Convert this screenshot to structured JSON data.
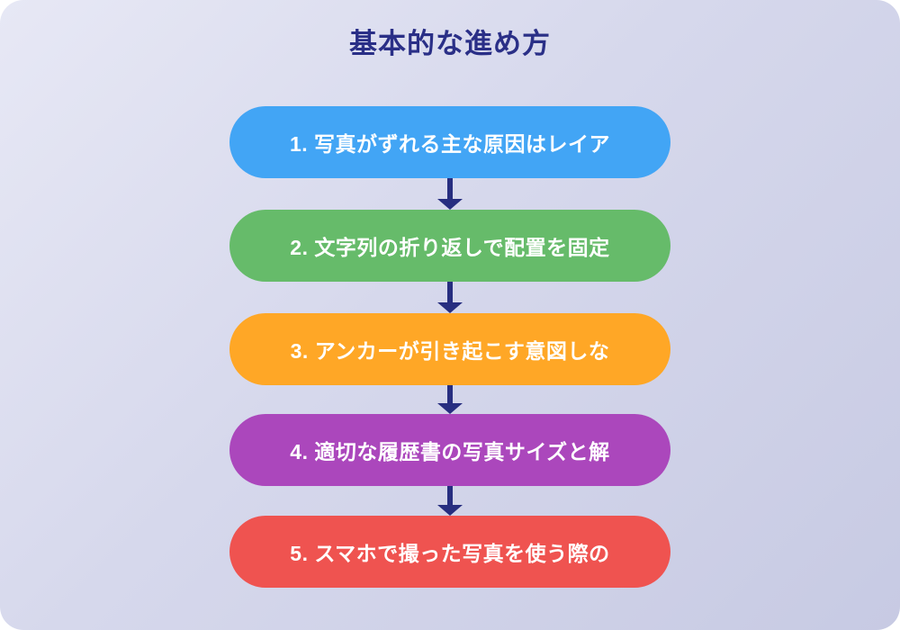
{
  "page": {
    "title": "基本的な進め方"
  },
  "colors": {
    "background_gradient_start": "#E7E8F5",
    "background_gradient_end": "#C7CAE3",
    "title_text": "#2A2F87",
    "arrow": "#272E80",
    "step_text": "#FFFFFF"
  },
  "flow": {
    "steps": [
      {
        "label": "1. 写真がずれる主な原因はレイア",
        "color": "#42A5F5"
      },
      {
        "label": "2. 文字列の折り返しで配置を固定",
        "color": "#66BB6A"
      },
      {
        "label": "3. アンカーが引き起こす意図しな",
        "color": "#FFA726"
      },
      {
        "label": "4. 適切な履歴書の写真サイズと解",
        "color": "#AB47BC"
      },
      {
        "label": "5. スマホで撮った写真を使う際の",
        "color": "#EF5350"
      }
    ]
  }
}
